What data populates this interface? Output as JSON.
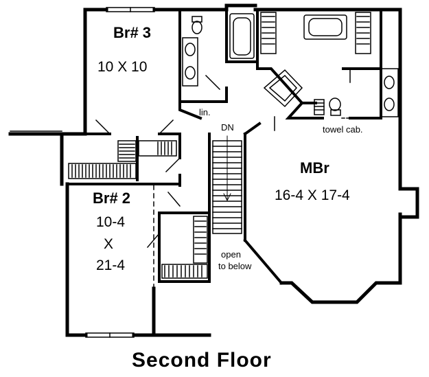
{
  "title": "Second Floor",
  "rooms": {
    "br3": {
      "name": "Br# 3",
      "dim": "10 X 10"
    },
    "br2": {
      "name": "Br# 2",
      "dim_w": "10-4",
      "dim_x": "X",
      "dim_l": "21-4"
    },
    "mbr": {
      "name": "MBr",
      "dim": "16-4 X 17-4"
    }
  },
  "labels": {
    "linen": "lin.",
    "stair_dn": "DN",
    "open_below_1": "open",
    "open_below_2": "to below",
    "towel": "towel cab."
  },
  "colors": {
    "ink": "#000000",
    "paper": "#ffffff"
  }
}
